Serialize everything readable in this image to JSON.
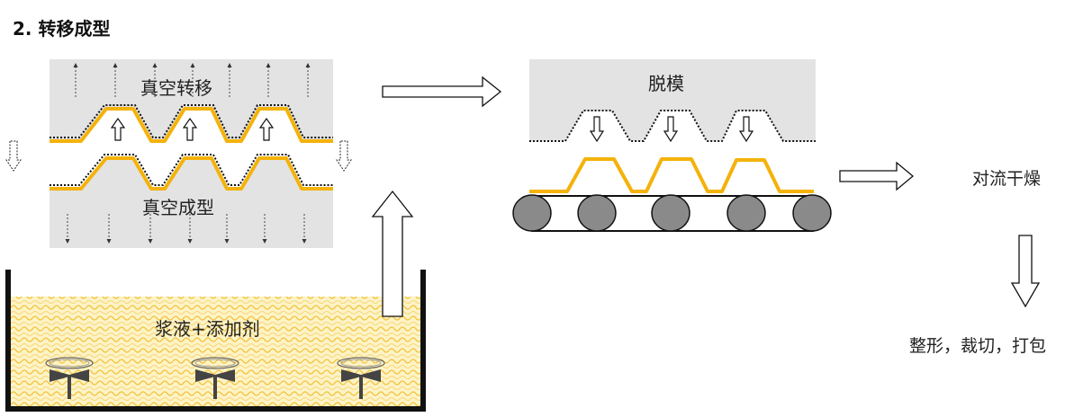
{
  "title": "2. 转移成型",
  "labels": {
    "vacuum_transfer": "真空转移",
    "vacuum_forming": "真空成型",
    "slurry": "浆液+添加剂",
    "demold": "脱模",
    "convection_drying": "对流干燥",
    "finishing": "整形，裁切，打包"
  },
  "colors": {
    "product": "#f4b20a",
    "mold_panel": "#e3e3e3",
    "tank_fill": "#fdf3c6",
    "rollers": "#8a8a8a",
    "outline": "#111111"
  },
  "icons": [
    "arrow-right-icon",
    "arrow-up-icon",
    "arrow-down-icon",
    "dashed-arrow-down-icon",
    "agitator-icon",
    "roller-icon"
  ]
}
